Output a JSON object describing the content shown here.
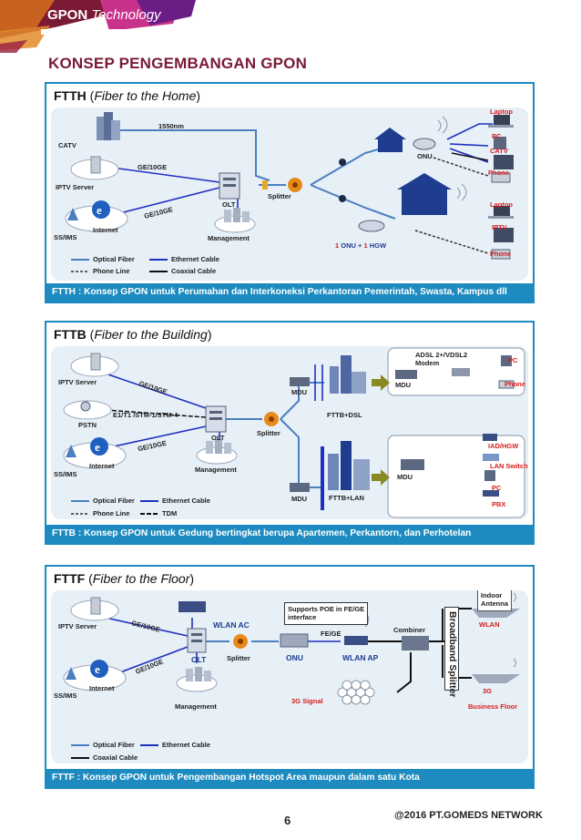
{
  "header": {
    "brand": "GPON",
    "brand_sub": "Technology"
  },
  "page_title": "KONSEP PENGEMBANGAN GPON",
  "ftth": {
    "title_bold": "FTTH",
    "title_italic": "Fiber to the Home",
    "caption": "FTTH : Konsep GPON untuk Perumahan dan Interkoneksi Perkantoran Pemerintah, Swasta, Kampus dll",
    "labels": {
      "catv_src": "CATV",
      "nm": "1550nm",
      "ge1": "GE/10GE",
      "ge2": "GE/10GE",
      "iptv": "IPTV Server",
      "internet": "Internet",
      "ssims": "SS/IMS",
      "olt": "OLT",
      "splitter": "Splitter",
      "management": "Management",
      "onu": "ONU",
      "laptop1": "Laptop",
      "pc1": "PC",
      "catv1": "CATV",
      "phone1": "Phone",
      "laptop2": "Laptop",
      "iptv2": "IPTV",
      "phone2": "Phone",
      "hgw_1a": "1",
      "hgw_mid": "ONU + ",
      "hgw_1b": "1",
      "hgw_end": "HGW"
    },
    "legend": {
      "optical": "Optical Fiber",
      "ethernet": "Ethernet Cable",
      "phone": "Phone Line",
      "coax": "Coaxial Cable"
    }
  },
  "fttb": {
    "title_bold": "FTTB",
    "title_italic": "Fiber to the Building",
    "caption": "FTTB : Konsep GPON untuk Gedung bertingkat berupa Apartemen, Perkantorn, dan Perhotelan",
    "labels": {
      "iptv": "IPTV Server",
      "pstn": "PSTN",
      "e1": "E1/T1 /STM-1/STM-4",
      "ge1": "GE/10GE",
      "ge2": "GE/10GE",
      "internet": "Internet",
      "ssims": "SS/IMS",
      "olt": "OLT",
      "splitter": "Splitter",
      "management": "Management",
      "mdu1": "MDU",
      "fttb_dsl": "FTTB+DSL",
      "mdu2": "MDU",
      "fttb_lan": "FTTB+LAN",
      "adsl": "ADSL 2+/VDSL2",
      "modem": "Modem",
      "mdu3": "MDU",
      "pc1": "PC",
      "phone1": "Phone",
      "mdu4": "MDU",
      "iad": "IAD/HGW",
      "lan_switch": "LAN Switch",
      "pc2": "PC",
      "pbx": "PBX"
    },
    "legend": {
      "optical": "Optical Fiber",
      "ethernet": "Ethernet Cable",
      "phone": "Phone Line",
      "tdm": "TDM"
    }
  },
  "fttf": {
    "title_bold": "FTTF",
    "title_italic": "Fiber to the Floor",
    "caption": "FTTF : Konsep GPON untuk Pengembangan Hotspot Area  maupun dalam satu Kota",
    "labels": {
      "iptv": "IPTV Server",
      "ge1": "GE/10GE",
      "ge2": "GE/10GE",
      "internet": "Internet",
      "ssims": "SS/IMS",
      "wlan_ac": "WLAN  AC",
      "olt": "OLT",
      "splitter": "Splitter",
      "management": "Management",
      "poe_line1": "Supports POE in FE/GE",
      "poe_line2": "interface",
      "fe_ge": "FE/GE",
      "onu": "ONU",
      "wlan_ap": "WLAN  AP",
      "combiner": "Combiner",
      "signal_3g": "3G Signal",
      "broadband": "Broadband Splitter",
      "indoor_line1": "Indoor",
      "indoor_line2": "Antenna",
      "wlan": "WLAN",
      "g3": "3G",
      "business_floor": "Business Floor"
    },
    "legend": {
      "optical": "Optical Fiber",
      "ethernet": "Ethernet Cable",
      "coax": "Coaxial Cable"
    }
  },
  "footer": {
    "page_number": "6",
    "copyright": "@2016 PT.GOMEDS NETWORK"
  },
  "colors": {
    "optical": "#4a7fc0",
    "ethernet": "#1f2fbf",
    "panel_border": "#1d8bbf",
    "title": "#7a1a35",
    "label_red": "#d81c1c"
  }
}
